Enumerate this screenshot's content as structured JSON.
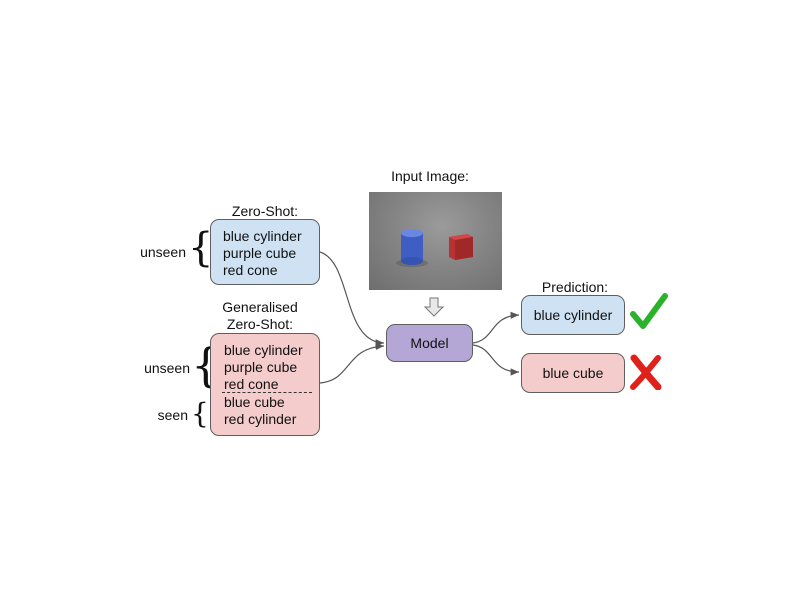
{
  "zero_shot": {
    "title": "Zero-Shot:",
    "side_label": "unseen",
    "classes": [
      "blue cylinder",
      "purple cube",
      "red cone"
    ]
  },
  "generalised": {
    "title_line1": "Generalised",
    "title_line2": "Zero-Shot:",
    "unseen_label": "unseen",
    "seen_label": "seen",
    "unseen_classes": [
      "blue cylinder",
      "purple cube",
      "red cone"
    ],
    "seen_classes": [
      "blue cube",
      "red cylinder"
    ]
  },
  "input": {
    "title": "Input Image:"
  },
  "model": {
    "label": "Model"
  },
  "prediction": {
    "title": "Prediction:",
    "correct": "blue cylinder",
    "incorrect": "blue cube",
    "correct_mark_color": "#2bb22b",
    "incorrect_mark_color": "#e0201b"
  },
  "colors": {
    "blue_box": "#cfe2f3",
    "red_box": "#f4cccc",
    "model_box": "#b4a7d6"
  }
}
